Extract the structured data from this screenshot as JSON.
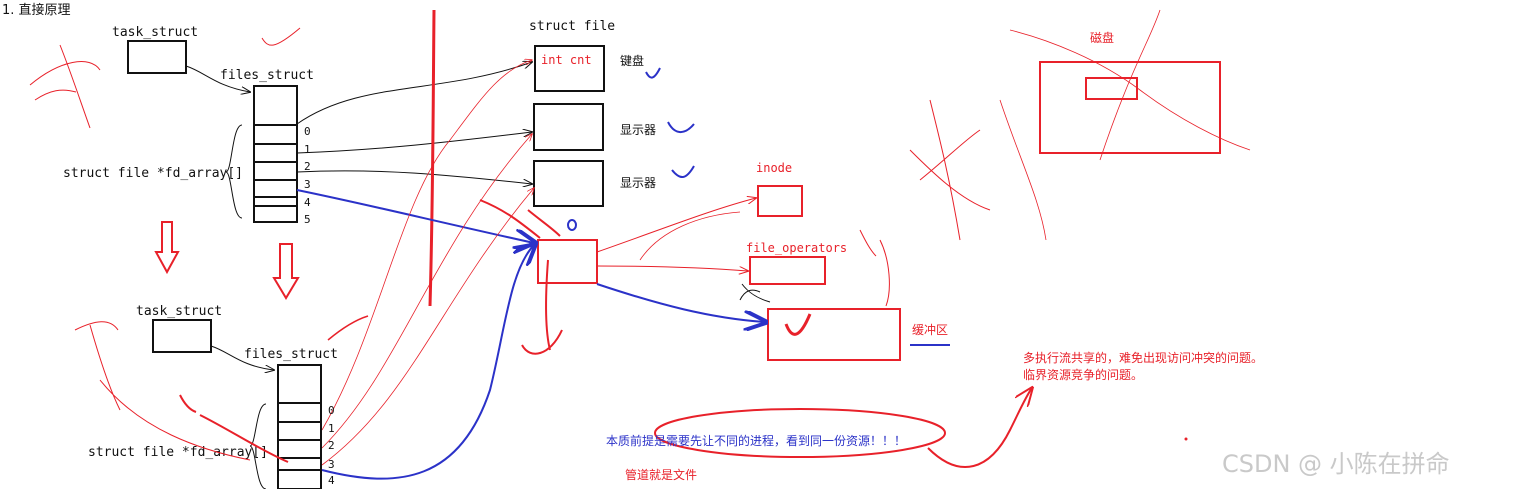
{
  "heading": "1. 直接原理",
  "top_process": {
    "task_struct": "task_struct",
    "files_struct": "files_struct",
    "fd_array_label": "struct file *fd_array[]",
    "indices": [
      "0",
      "1",
      "2",
      "3",
      "4",
      "5"
    ]
  },
  "bottom_process": {
    "task_struct": "task_struct",
    "files_struct": "files_struct",
    "fd_array_label": "struct file *fd_array[]",
    "indices": [
      "0",
      "1",
      "2",
      "3",
      "4"
    ]
  },
  "struct_file_title": "struct file",
  "file_boxes": {
    "keyboard_inner": "int cnt",
    "keyboard": "键盘",
    "display1": "显示器",
    "display2": "显示器"
  },
  "inode": "inode",
  "file_operators": "file_operators",
  "buffer": "缓冲区",
  "disk": "磁盘",
  "note_shared": "多执行流共享的，难免出现访问冲突的问题。",
  "note_critical": "临界资源竞争的问题。",
  "note_essence": "本质前提是需要先让不同的进程，看到同一份资源！！！",
  "note_pipe": "管道就是文件",
  "watermark": "CSDN @  小陈在拼命",
  "colors": {
    "red": "#e8212a",
    "blue": "#2b32c8",
    "black": "#111111"
  }
}
